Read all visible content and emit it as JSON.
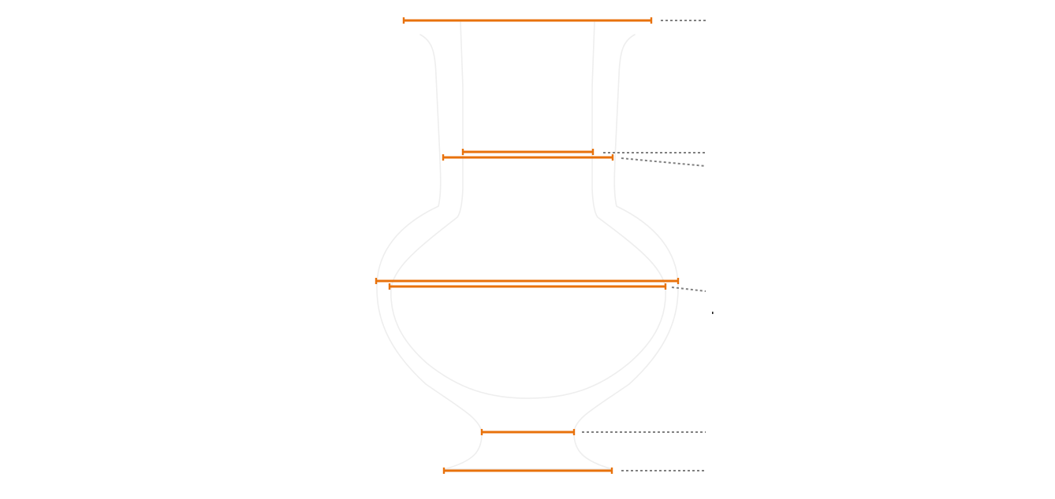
{
  "diagram": {
    "subject": "vase",
    "colors": {
      "background": "#ffffff",
      "outline": "#eeeeee",
      "measure_line": "#e8720c",
      "leader_line": "#808080",
      "marker": "#222222"
    },
    "measurements": [
      {
        "id": "rim-width"
      },
      {
        "id": "neck-inner-width"
      },
      {
        "id": "neck-outer-width"
      },
      {
        "id": "body-outer-width"
      },
      {
        "id": "body-inner-width"
      },
      {
        "id": "foot-neck-width"
      },
      {
        "id": "base-width"
      }
    ]
  }
}
